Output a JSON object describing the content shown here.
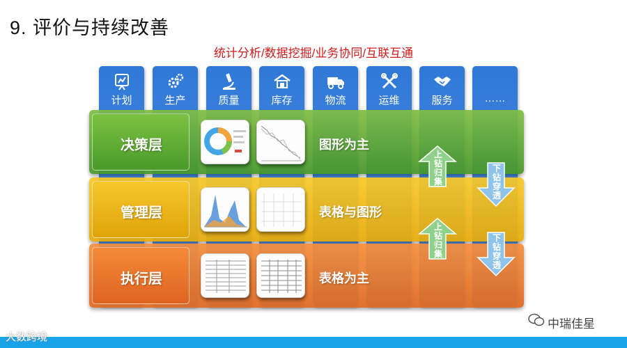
{
  "title": "9. 评价与持续改善",
  "subtitle": "统计分析/数据挖掘/业务协同/互联互通",
  "columns": [
    {
      "label": "计划",
      "icon": "chart-board-icon"
    },
    {
      "label": "生产",
      "icon": "gears-icon"
    },
    {
      "label": "质量",
      "icon": "microscope-icon"
    },
    {
      "label": "库存",
      "icon": "warehouse-icon"
    },
    {
      "label": "物流",
      "icon": "truck-icon"
    },
    {
      "label": "运维",
      "icon": "tools-icon"
    },
    {
      "label": "服务",
      "icon": "handshake-icon"
    },
    {
      "label": "……",
      "icon": ""
    }
  ],
  "layers": [
    {
      "name": "决策层",
      "description": "图形为主",
      "color": "#5aa832"
    },
    {
      "name": "管理层",
      "description": "表格与图形",
      "color": "#eab51a"
    },
    {
      "name": "执行层",
      "description": "表格为主",
      "color": "#ea7a2e"
    }
  ],
  "arrows": {
    "up_label": "上钻归集",
    "down_label": "下钻穿透",
    "up_color": "#8fd08a",
    "down_color": "#8fc4ea"
  },
  "footer": {
    "logo": "大数跨境",
    "watermark": "中瑞佳星",
    "bar_color": "#1aa3e6"
  }
}
